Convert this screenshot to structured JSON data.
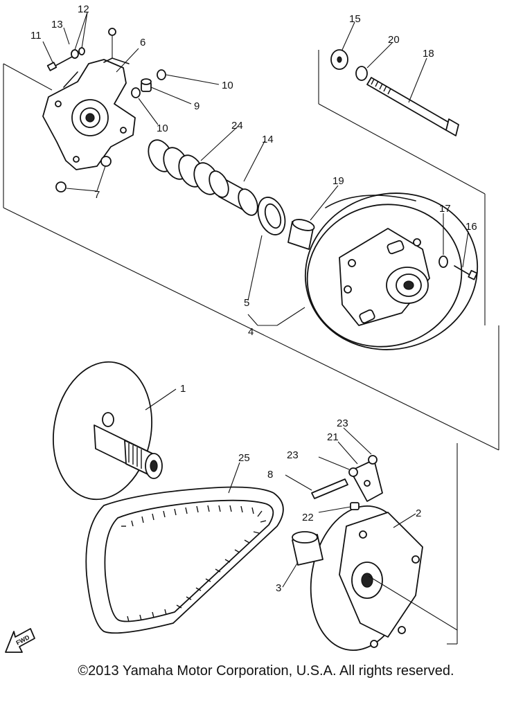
{
  "callouts": [
    {
      "id": "c1",
      "text": "1"
    },
    {
      "id": "c2",
      "text": "2"
    },
    {
      "id": "c3",
      "text": "3"
    },
    {
      "id": "c4",
      "text": "4"
    },
    {
      "id": "c5",
      "text": "5"
    },
    {
      "id": "c6",
      "text": "6"
    },
    {
      "id": "c7",
      "text": "7"
    },
    {
      "id": "c8",
      "text": "8"
    },
    {
      "id": "c9",
      "text": "9"
    },
    {
      "id": "c10a",
      "text": "10"
    },
    {
      "id": "c10b",
      "text": "10"
    },
    {
      "id": "c11",
      "text": "11"
    },
    {
      "id": "c12",
      "text": "12"
    },
    {
      "id": "c13",
      "text": "13"
    },
    {
      "id": "c14",
      "text": "14"
    },
    {
      "id": "c15",
      "text": "15"
    },
    {
      "id": "c16",
      "text": "16"
    },
    {
      "id": "c17",
      "text": "17"
    },
    {
      "id": "c18",
      "text": "18"
    },
    {
      "id": "c19",
      "text": "19"
    },
    {
      "id": "c20",
      "text": "20"
    },
    {
      "id": "c21",
      "text": "21"
    },
    {
      "id": "c22",
      "text": "22"
    },
    {
      "id": "c23a",
      "text": "23"
    },
    {
      "id": "c23b",
      "text": "23"
    },
    {
      "id": "c24",
      "text": "24"
    },
    {
      "id": "c25",
      "text": "25"
    }
  ],
  "direction_marker": {
    "label": "FWD",
    "icon": "fwd-arrow-icon"
  },
  "copyright": "©2013 Yamaha Motor Corporation, U.S.A. All rights reserved."
}
